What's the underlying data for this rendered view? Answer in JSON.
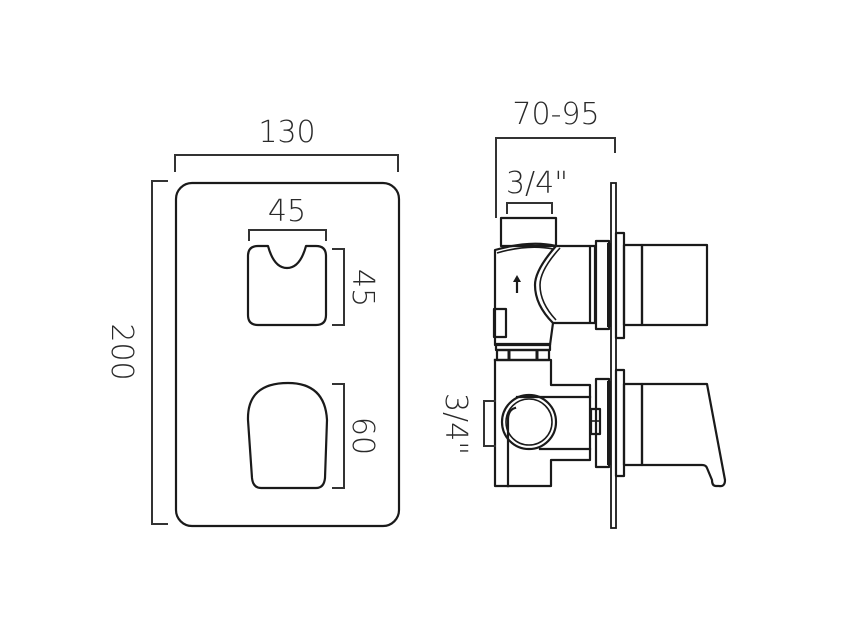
{
  "drawing": {
    "front_view": {
      "plate_width_label": "130",
      "plate_height_label": "200",
      "top_control_width_label": "45",
      "top_control_height_label": "45",
      "bottom_control_height_label": "60"
    },
    "side_view": {
      "depth_label": "70-95",
      "top_inlet_label": "3/4\"",
      "side_outlet_label": "3/4\"",
      "flow_arrow": "arrow-up"
    },
    "colors": {
      "line": "#1a1a1a",
      "background": "#ffffff"
    }
  }
}
